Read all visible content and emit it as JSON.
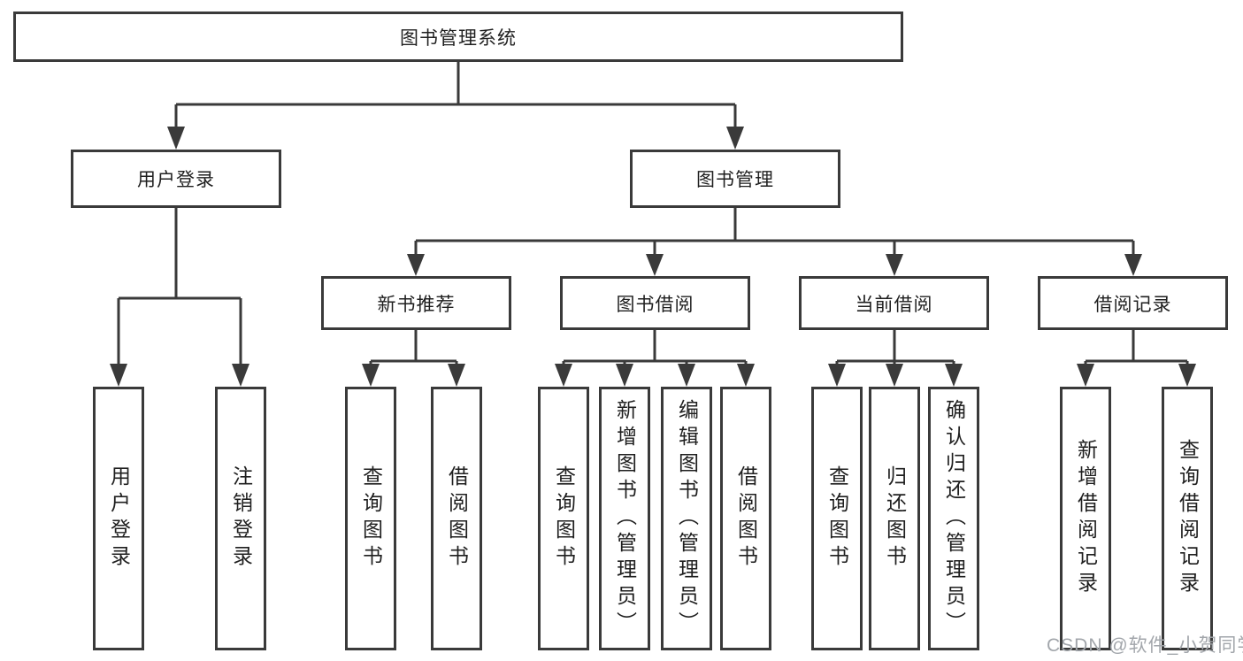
{
  "diagram": {
    "root": {
      "label": "图书管理系统"
    },
    "branches": [
      {
        "label": "用户登录",
        "children": [
          {
            "label": "用户登录"
          },
          {
            "label": "注销登录"
          }
        ]
      },
      {
        "label": "图书管理",
        "children": [
          {
            "label": "新书推荐",
            "children": [
              {
                "label": "查询图书"
              },
              {
                "label": "借阅图书"
              }
            ]
          },
          {
            "label": "图书借阅",
            "children": [
              {
                "label": "查询图书"
              },
              {
                "label": "新增图书（管理员）"
              },
              {
                "label": "编辑图书（管理员）"
              },
              {
                "label": "借阅图书"
              }
            ]
          },
          {
            "label": "当前借阅",
            "children": [
              {
                "label": "查询图书"
              },
              {
                "label": "归还图书"
              },
              {
                "label": "确认归还（管理员）"
              }
            ]
          },
          {
            "label": "借阅记录",
            "children": [
              {
                "label": "新增借阅记录"
              },
              {
                "label": "查询借阅记录"
              }
            ]
          }
        ]
      }
    ]
  },
  "watermark": {
    "text": "CSDN @软件_小贺同学"
  },
  "colors": {
    "line": "#3a3a3a",
    "text": "#1f1f1f",
    "box_background": "#ffffff",
    "watermark": "#a2a6ab",
    "page_background": "#ffffff"
  }
}
